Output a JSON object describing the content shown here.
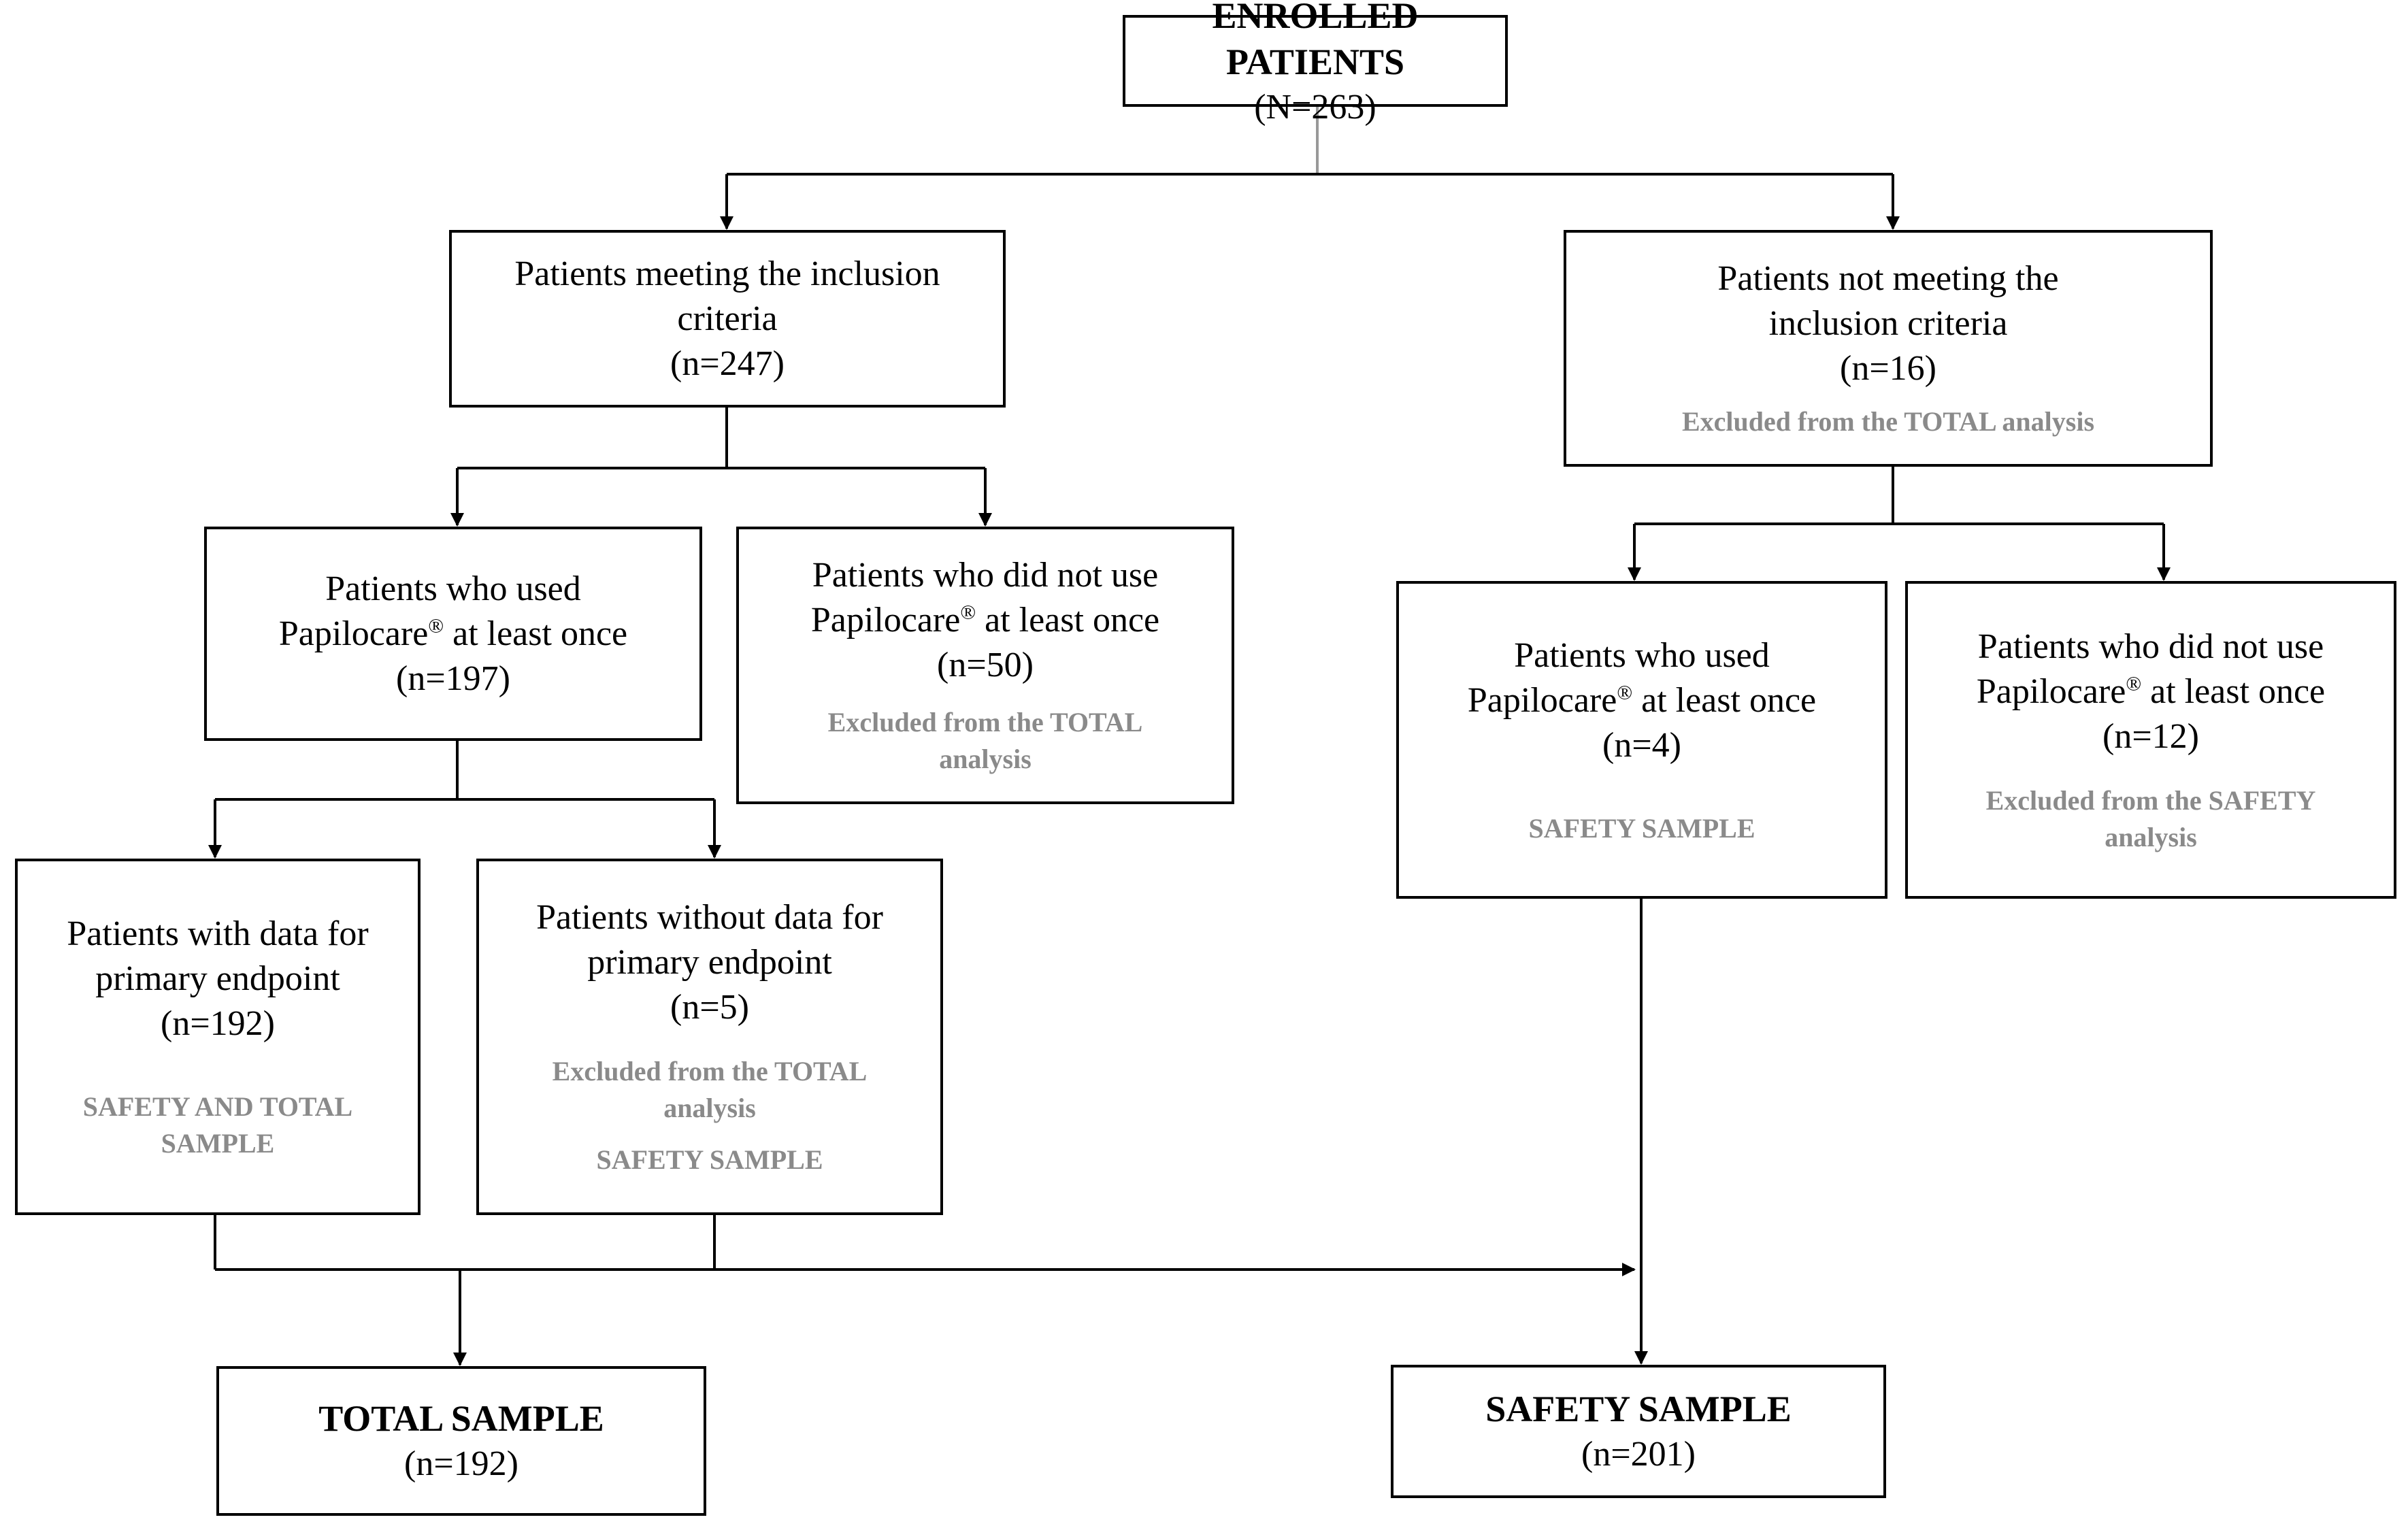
{
  "enrolled": {
    "title": "ENROLLED PATIENTS",
    "n": "(N=263)"
  },
  "meeting": {
    "line1": "Patients meeting the inclusion",
    "line2": "criteria",
    "n": "(n=247)"
  },
  "not_meeting": {
    "line1": "Patients not meeting the",
    "line2": "inclusion criteria",
    "n": "(n=16)",
    "note": "Excluded from the TOTAL analysis"
  },
  "used_l": {
    "line1": "Patients who used",
    "brand": "Papilocare",
    "reg": "®",
    "rest": " at least once",
    "n": "(n=197)"
  },
  "notused_l": {
    "line1": "Patients who did not use",
    "brand": "Papilocare",
    "reg": "®",
    "rest": " at least once",
    "n": "(n=50)",
    "note1": "Excluded from the TOTAL",
    "note2": "analysis"
  },
  "used_r": {
    "line1": "Patients who used",
    "brand": "Papilocare",
    "reg": "®",
    "rest": " at least once",
    "n": "(n=4)",
    "note": "SAFETY SAMPLE"
  },
  "notused_r": {
    "line1": "Patients who did not use",
    "brand": "Papilocare",
    "reg": "®",
    "rest": " at least once",
    "n": "(n=12)",
    "note1": "Excluded from the SAFETY",
    "note2": "analysis"
  },
  "with_data": {
    "line1": "Patients with data for",
    "line2": "primary endpoint",
    "n": "(n=192)",
    "note1": "SAFETY AND TOTAL",
    "note2": "SAMPLE"
  },
  "without_data": {
    "line1": "Patients without data for",
    "line2": "primary endpoint",
    "n": "(n=5)",
    "note1": "Excluded from the TOTAL",
    "note2": "analysis",
    "note3": "SAFETY SAMPLE"
  },
  "total": {
    "title": "TOTAL SAMPLE",
    "n": "(n=192)"
  },
  "safety": {
    "title": "SAFETY SAMPLE",
    "n": "(n=201)"
  }
}
